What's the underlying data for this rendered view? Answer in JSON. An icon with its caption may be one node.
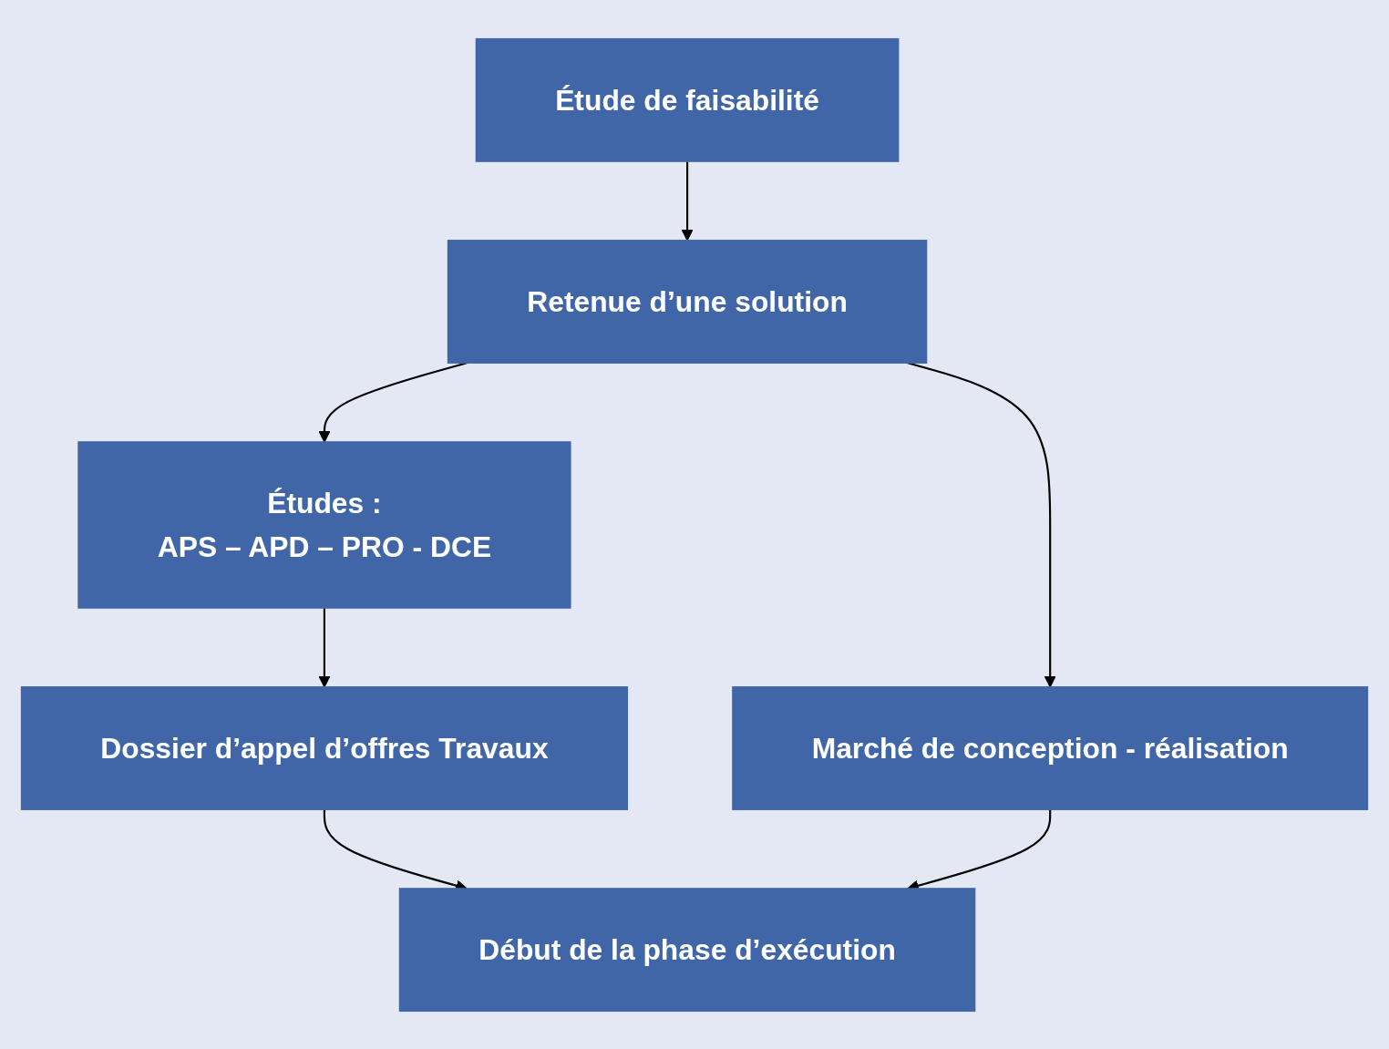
{
  "diagram": {
    "nodes": [
      {
        "text": [
          "Étude de faisabilité"
        ]
      },
      {
        "text": [
          "Retenue d’une solution"
        ]
      },
      {
        "text": [
          "Études :",
          "APS – APD – PRO - DCE"
        ]
      },
      {
        "text": [
          "Dossier d’appel d’offres Travaux"
        ]
      },
      {
        "text": [
          "Marché de conception - réalisation"
        ]
      },
      {
        "text": [
          "Début de la phase d’exécution"
        ]
      }
    ],
    "edges": [
      {
        "from": 0,
        "to": 1,
        "arrow": "to"
      },
      {
        "from": 1,
        "to": 2,
        "arrow": "to"
      },
      {
        "from": 1,
        "to": 4,
        "arrow": "to"
      },
      {
        "from": 2,
        "to": 3,
        "arrow": "to"
      },
      {
        "from": 3,
        "to": 5,
        "arrow": "to"
      },
      {
        "from": 4,
        "to": 5,
        "arrow": "to"
      }
    ]
  }
}
